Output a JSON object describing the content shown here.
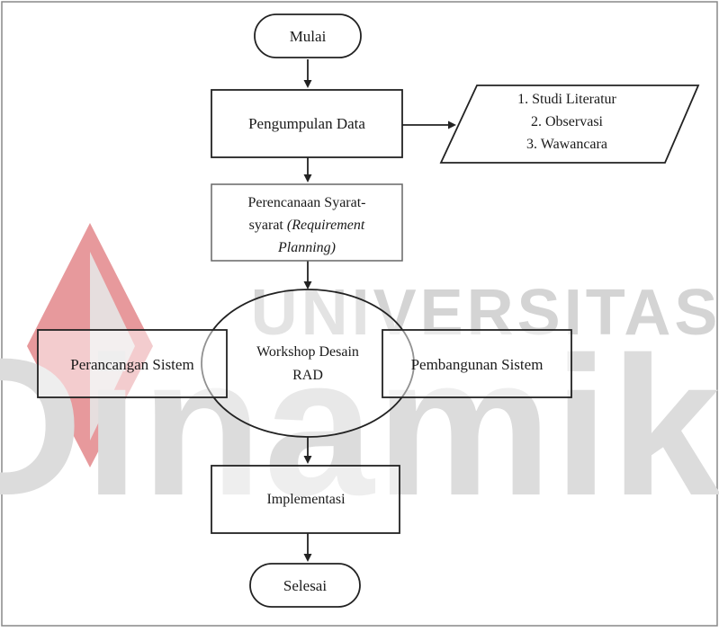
{
  "watermark": {
    "top_word": "UNIVERSITAS",
    "bottom_word": "Dinamika",
    "logo": "red-diamond-logo",
    "colors": {
      "text": "#d4d4d4",
      "logo_red": "#e3878b",
      "logo_gray": "#e0e0e0"
    }
  },
  "flowchart": {
    "start": "Mulai",
    "data_collection": "Pengumpulan Data",
    "data_methods": [
      "1. Studi Literatur",
      "2. Observasi",
      "3. Wawancara"
    ],
    "requirement_planning": {
      "line1": "Perencanaan Syarat-",
      "line2_plain": "syarat ",
      "line2_italic": "(Requirement",
      "line3_italic": "Planning)"
    },
    "workshop": {
      "line1": "Workshop Desain",
      "line2": "RAD"
    },
    "system_design": "Perancangan Sistem",
    "system_build": "Pembangunan Sistem",
    "implementation": "Implementasi",
    "end": "Selesai"
  }
}
